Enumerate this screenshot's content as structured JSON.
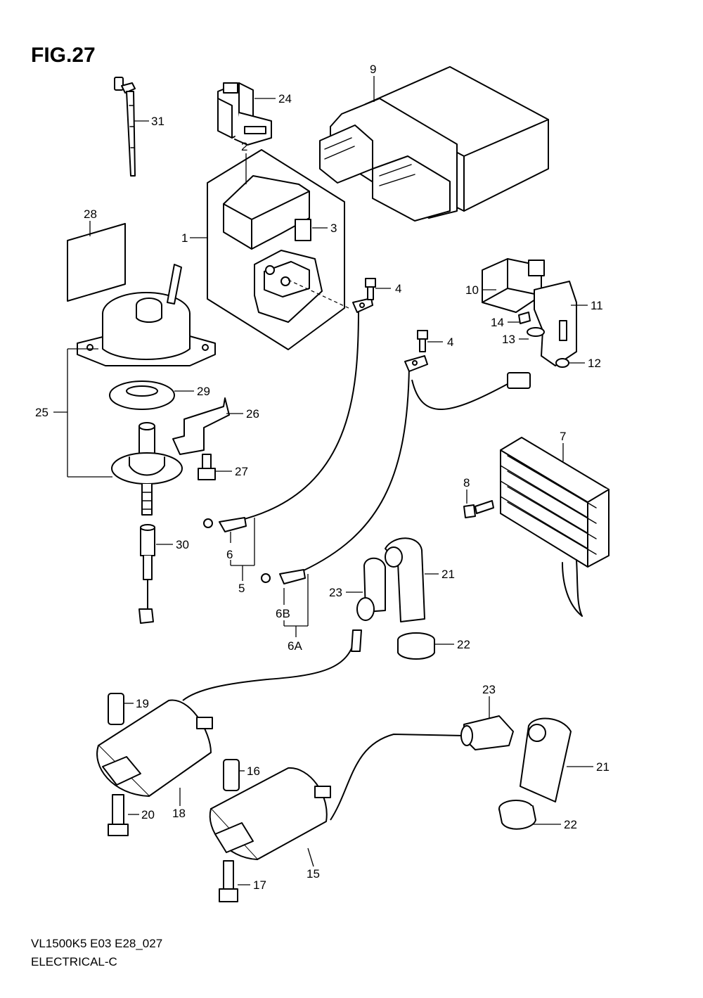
{
  "figure": {
    "title": "FIG.27",
    "code": "VL1500K5 E03 E28_027",
    "name": "ELECTRICAL-C"
  },
  "callouts": {
    "c1": "1",
    "c2": "2",
    "c3": "3",
    "c4a": "4",
    "c4b": "4",
    "c5": "5",
    "c6": "6",
    "c6a": "6A",
    "c6b": "6B",
    "c7": "7",
    "c8": "8",
    "c9": "9",
    "c10": "10",
    "c11": "11",
    "c12": "12",
    "c13": "13",
    "c14": "14",
    "c15": "15",
    "c16": "16",
    "c17": "17",
    "c18": "18",
    "c19": "19",
    "c20": "20",
    "c21a": "21",
    "c21b": "21",
    "c22a": "22",
    "c22b": "22",
    "c23a": "23",
    "c23b": "23",
    "c24": "24",
    "c25": "25",
    "c26": "26",
    "c27": "27",
    "c28": "28",
    "c29": "29",
    "c30": "30",
    "c31": "31"
  }
}
